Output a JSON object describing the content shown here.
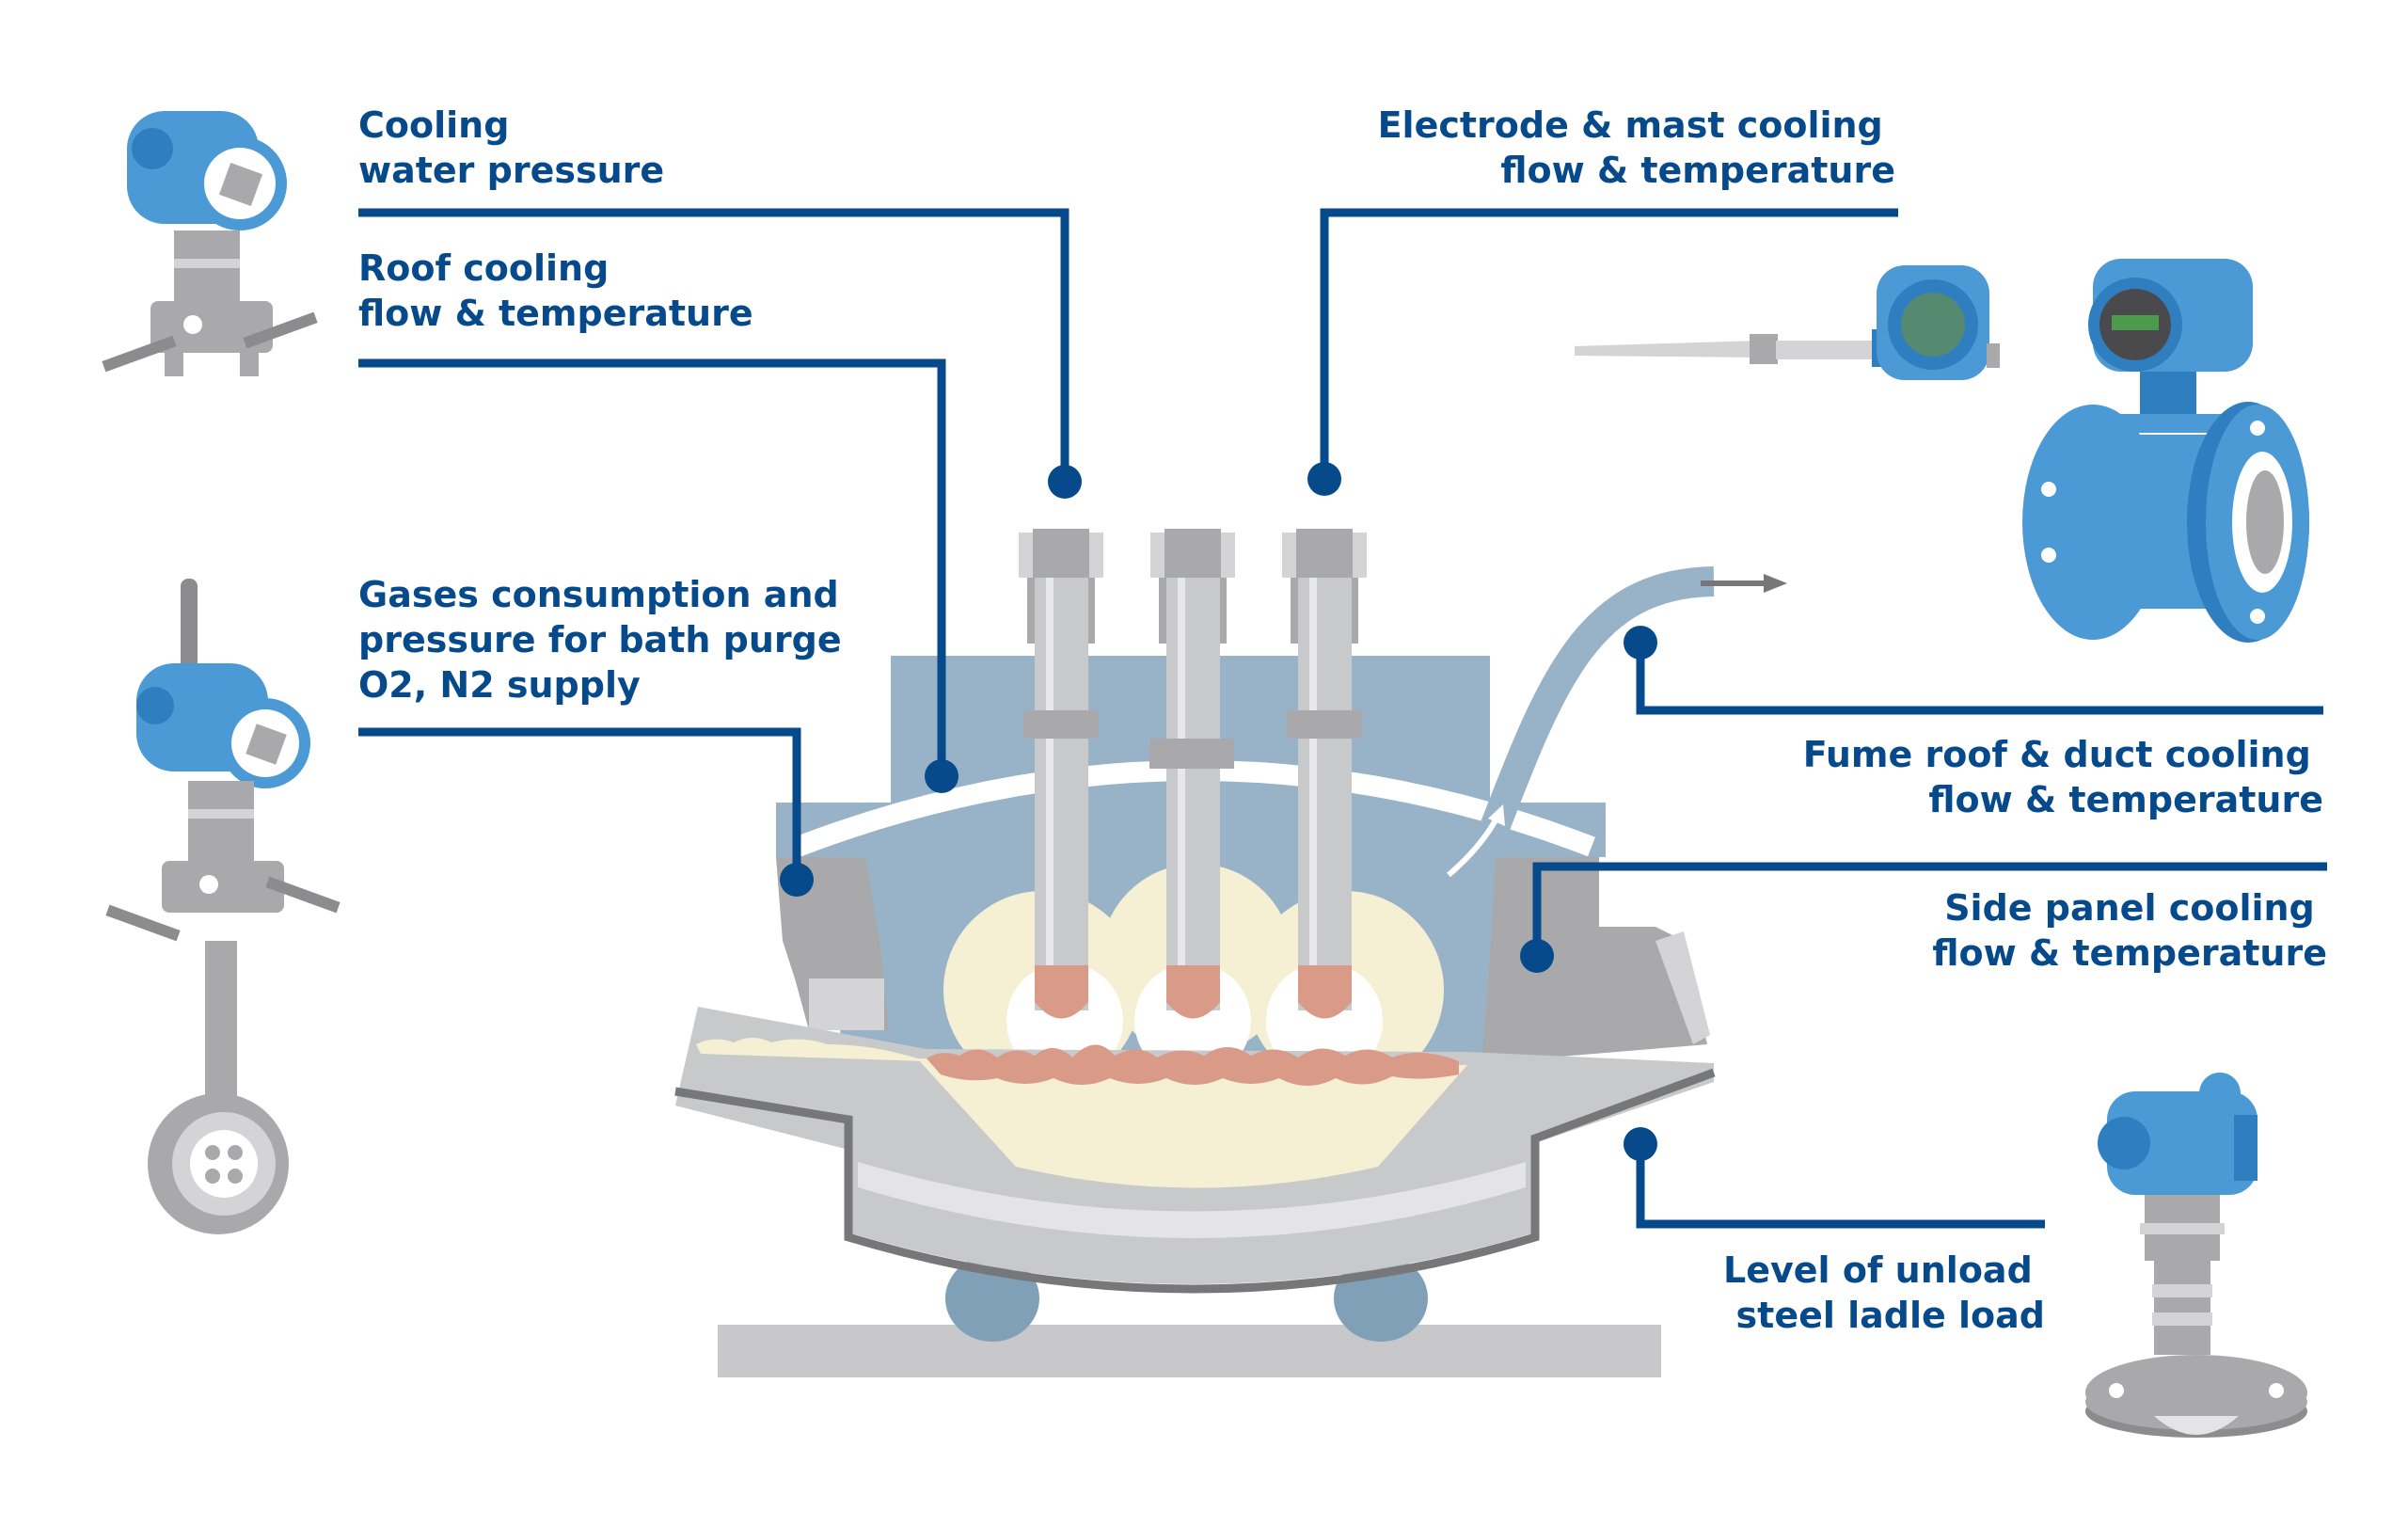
{
  "colors": {
    "label_text": "#064a8c",
    "leader_line": "#064a8c",
    "device_blue": "#4b9ad6",
    "furnace_blue": "#98b2c7",
    "melt": "#d99a88",
    "glow": "#f5f0d4",
    "steel_gray": "#c8c9cb"
  },
  "labels": {
    "cooling_water": {
      "line1": "Cooling",
      "line2": "water pressure"
    },
    "roof_cooling": {
      "line1": "Roof cooling",
      "line2": "flow & temperature"
    },
    "gases": {
      "line1": "Gases consumption and",
      "line2": "pressure for bath purge",
      "line3": "O2, N2 supply"
    },
    "electrode": {
      "line1": "Electrode & mast cooling",
      "line2": "flow & temperature"
    },
    "fume_roof": {
      "line1": "Fume roof & duct cooling",
      "line2": "flow & temperature"
    },
    "side_panel": {
      "line1": "Side panel cooling",
      "line2": "flow & temperature"
    },
    "ladle_level": {
      "line1": "Level of unload",
      "line2": "steel ladle load"
    }
  },
  "devices": [
    {
      "icon": "pressure-transmitter-icon"
    },
    {
      "icon": "wireless-flow-transmitter-icon"
    },
    {
      "icon": "temperature-transmitter-icon"
    },
    {
      "icon": "magnetic-flowmeter-icon"
    },
    {
      "icon": "radar-level-transmitter-icon"
    }
  ]
}
